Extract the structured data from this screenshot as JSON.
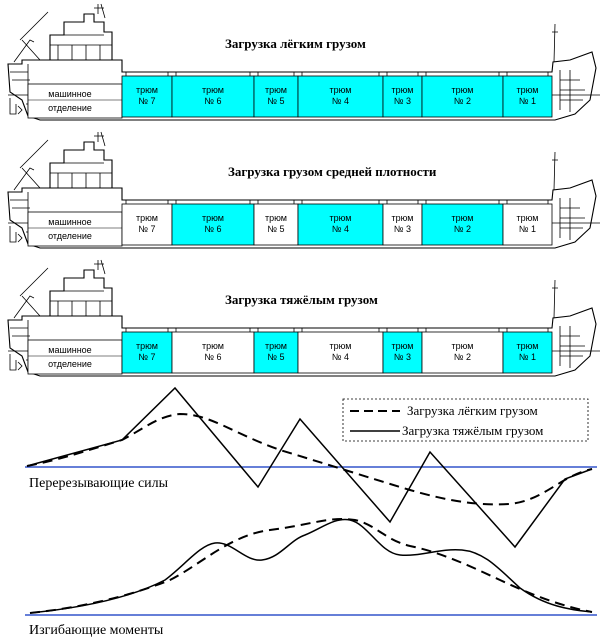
{
  "hold_labels": [
    "трюм\n№ 7",
    "трюм\n№ 6",
    "трюм\n№ 5",
    "трюм\n№ 4",
    "трюм\n№ 3",
    "трюм\n№ 2",
    "трюм\n№ 1"
  ],
  "engine_room": [
    "машинное",
    "отделение"
  ],
  "ships": [
    {
      "title": "Загрузка  лёгким  грузом",
      "filled": [
        true,
        true,
        true,
        true,
        true,
        true,
        true
      ]
    },
    {
      "title": "Загрузка грузом средней плотности",
      "filled": [
        false,
        true,
        false,
        true,
        false,
        true,
        false
      ]
    },
    {
      "title": "Загрузка    тяжёлым    грузом",
      "filled": [
        true,
        false,
        true,
        false,
        true,
        false,
        true
      ]
    }
  ],
  "colors": {
    "filled": "#00ffff",
    "empty": "#ffffff",
    "baseline": "#3355cc"
  },
  "legend": {
    "dashed": "Загрузка лёгким грузом",
    "solid": "Загрузка тяжёлым грузом"
  },
  "axes": {
    "shear": "Перерезывающие  силы",
    "bending": "Изгибающие  моменты"
  }
}
